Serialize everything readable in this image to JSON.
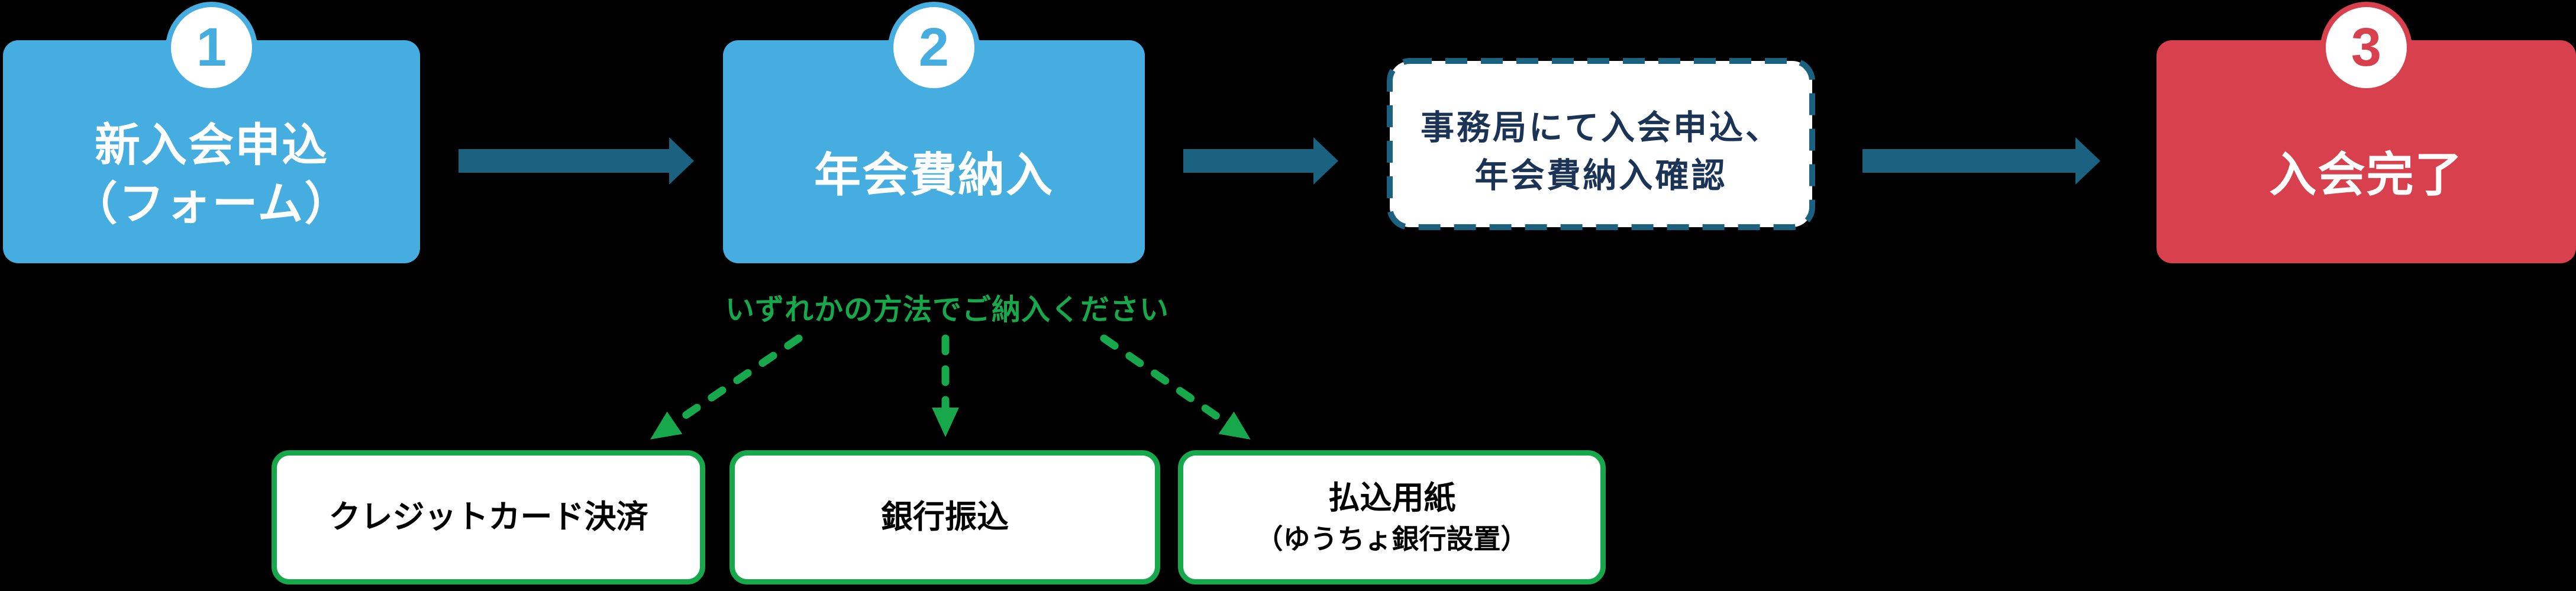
{
  "colors": {
    "background": "#000000",
    "step_blue": "#45ADE0",
    "arrow_teal": "#1B6280",
    "complete_red": "#D9404E",
    "accent_green": "#17A84B",
    "note_navy": "#1B3355",
    "method_text": "#000000",
    "box_text_white": "#FFFFFF"
  },
  "steps": [
    {
      "number": "1",
      "label_line1": "新入会申込",
      "label_line2": "（フォーム）"
    },
    {
      "number": "2",
      "label": "年会費納入"
    },
    {
      "number": "3",
      "label": "入会完了"
    }
  ],
  "office_note": {
    "line1": "事務局にて入会申込、",
    "line2": "年会費納入確認"
  },
  "payment": {
    "instruction": "いずれかの方法でご納入ください",
    "methods": [
      {
        "label": "クレジットカード決済"
      },
      {
        "label": "銀行振込"
      },
      {
        "label": "払込用紙",
        "sublabel": "（ゆうちょ銀行設置）"
      }
    ]
  }
}
